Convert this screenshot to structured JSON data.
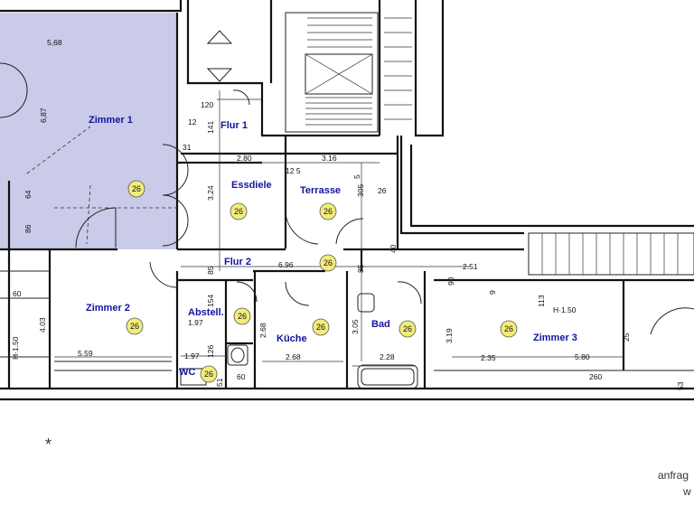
{
  "rooms": {
    "zimmer1": "Zimmer 1",
    "flur1": "Flur 1",
    "essdiele": "Essdiele",
    "terrasse": "Terrasse",
    "flur2": "Flur 2",
    "zimmer2": "Zimmer 2",
    "abstell": "Abstell.",
    "wc": "WC",
    "kueche": "Küche",
    "bad": "Bad",
    "zimmer3": "Zimmer 3"
  },
  "badge_label": "26",
  "dimensions": {
    "d568": "5,68",
    "d687": "6,87",
    "d64": "64",
    "d86": "86",
    "d60a": "60",
    "d403": "4.03",
    "h150a": "H·1.50",
    "d559": "5.59",
    "d120": "120",
    "d12": "12",
    "d141": "141",
    "d31": "31",
    "d280": "2.80",
    "d316": "3.16",
    "d125": "12 5",
    "d305": "305",
    "d26": "26",
    "d324": "3.24",
    "d85a": "85",
    "d696": "6.96",
    "d85b": "85",
    "d251": "2.51",
    "d90": "90",
    "d154": "154",
    "d197a": "1.97",
    "d197b": "1.97",
    "d126": "126",
    "d51": "51",
    "d60b": "60",
    "d268a": "2.68",
    "d268b": "2.68",
    "d305b": "3.05",
    "d228": "2.28",
    "d319": "3.19",
    "d235": "2.35",
    "d113": "113",
    "h150b": "H·1.50",
    "d580": "5.80",
    "d25": "25",
    "d260": "260",
    "d53": "53",
    "d5": "5",
    "d9": "9",
    "d40": "40"
  },
  "footer": {
    "asterisk": "*",
    "note1": "anfrag",
    "note2": "w"
  },
  "colors": {
    "zimmer1_fill": "#c9cbe8",
    "room_label": "#1414a0",
    "badge_fill": "#f2ec7a"
  }
}
